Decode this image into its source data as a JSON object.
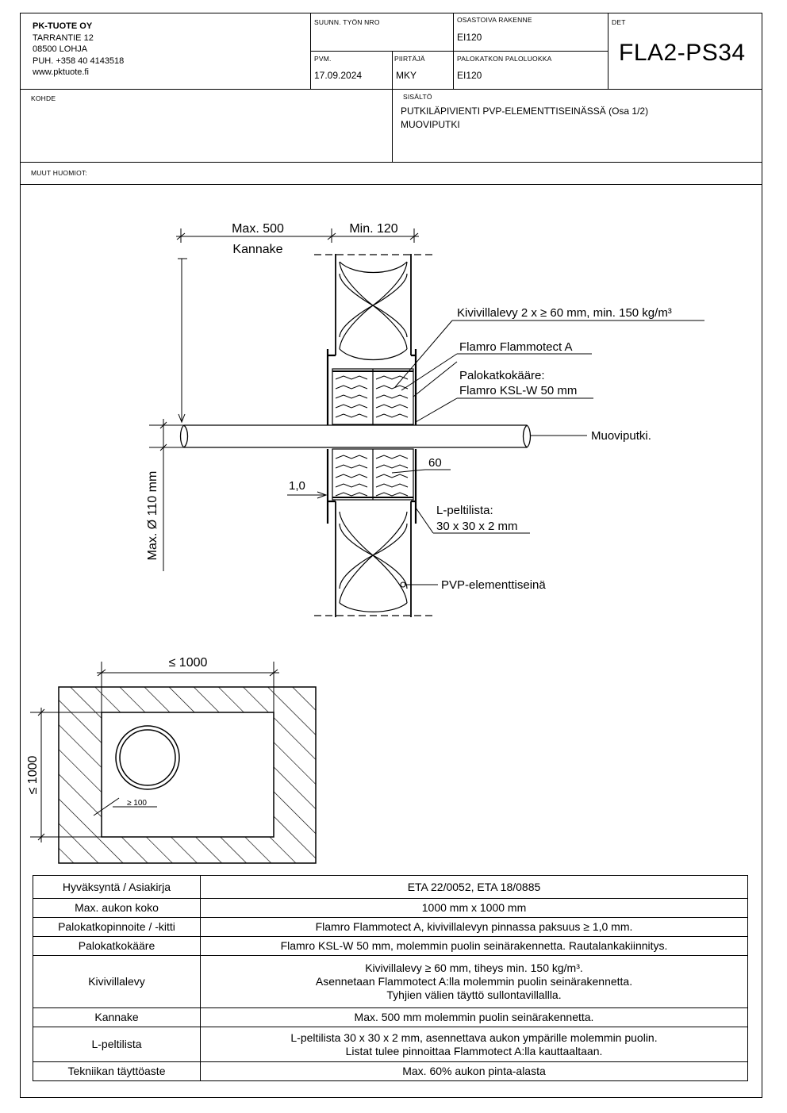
{
  "title_block": {
    "company": {
      "name": "PK-TUOTE OY",
      "lines": [
        "TARRANTIE 12",
        "08500 LOHJA",
        "PUH. +358 40 4143518",
        "www.pktuote.fi"
      ]
    },
    "suunn_label": "SUUNN. TYÖN NRO",
    "osasto_label": "OSASTOIVA RAKENNE",
    "osasto_value": "EI120",
    "det_label": "DET",
    "det_value": "FLA2-PS34",
    "pvm_label": "PVM.",
    "pvm_value": "17.09.2024",
    "piirtaja_label": "PIIRTÄJÄ",
    "piirtaja_value": "MKY",
    "paloluokka_label": "PALOKATKON PALOLUOKKA",
    "paloluokka_value": "EI120",
    "kohde_label": "KOHDE",
    "sisalto_label": "SISÄLTÖ",
    "sisalto_lines": [
      "PUTKILÄPIVIENTI PVP-ELEMENTTISEINÄSSÄ (Osa 1/2)",
      "MUOVIPUTKI"
    ],
    "muut_label": "MUUT HUOMIOT:"
  },
  "section_drawing": {
    "dim_max500": "Max. 500",
    "dim_kannake": "Kannake",
    "dim_min120": "Min. 120",
    "label_kivivilla": "Kivivillalevy 2 x ≥ 60 mm, min. 150 kg/m³",
    "label_flamro": "Flamro Flammotect A",
    "label_kaare_1": "Palokatkokääre:",
    "label_kaare_2": "Flamro KSL-W 50 mm",
    "label_putki": "Muoviputki.",
    "label_60": "60",
    "label_10": "1,0",
    "label_lpelti_1": "L-peltilista:",
    "label_lpelti_2": "30 x 30 x 2 mm",
    "label_pvp": "PVP-elementtiseinä",
    "label_diameter": "Max. Ø 110 mm"
  },
  "plan_drawing": {
    "dim_width": "≤ 1000",
    "dim_height": "≤ 1000",
    "dim_offset": "≥ 100"
  },
  "spec_table": [
    {
      "key": "Hyväksyntä / Asiakirja",
      "value": [
        "ETA 22/0052, ETA 18/0885"
      ]
    },
    {
      "key": "Max. aukon koko",
      "value": [
        "1000 mm x 1000 mm"
      ]
    },
    {
      "key": "Palokatkopinnoite / -kitti",
      "value": [
        "Flamro Flammotect A, kivivillalevyn pinnassa paksuus ≥ 1,0 mm."
      ]
    },
    {
      "key": "Palokatkokääre",
      "value": [
        "Flamro KSL-W 50 mm, molemmin puolin seinärakennetta. Rautalankakiinnitys."
      ]
    },
    {
      "key": "Kivivillalevy",
      "value": [
        "Kivivillalevy ≥ 60 mm, tiheys min. 150 kg/m³.",
        "Asennetaan Flammotect A:lla molemmin puolin seinärakennetta.",
        "Tyhjien välien täyttö sullontavillallla."
      ]
    },
    {
      "key": "Kannake",
      "value": [
        "Max. 500 mm molemmin puolin seinärakennetta."
      ]
    },
    {
      "key": "L-peltilista",
      "value": [
        "L-peltilista 30 x 30 x 2 mm, asennettava aukon ympärille molemmin puolin.",
        "Listat tulee pinnoittaa Flammotect A:lla kauttaaltaan."
      ]
    },
    {
      "key": "Tekniikan täyttöaste",
      "value": [
        "Max. 60% aukon pinta-alasta"
      ]
    }
  ]
}
